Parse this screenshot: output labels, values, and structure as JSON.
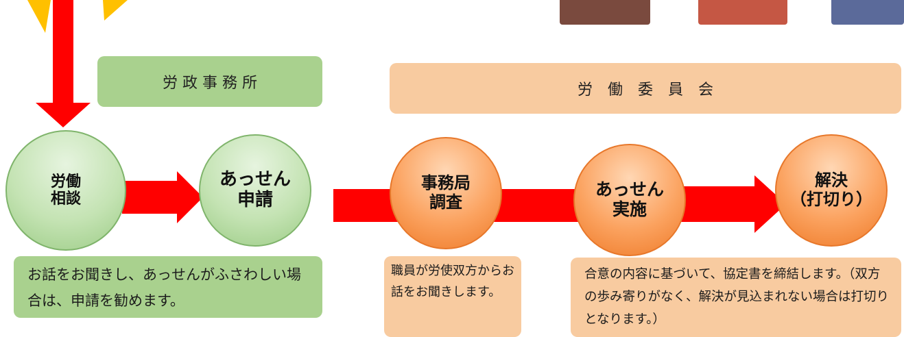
{
  "labels": {
    "rosei_office": "労 政 事 務 所",
    "labor_committee": "労　働　委　員　会"
  },
  "nodes": {
    "labor_consultation": "労働\n相談",
    "mediation_application": "あっせん\n申請",
    "secretariat_investigation": "事務局\n調査",
    "mediation_implementation": "あっせん\n実施",
    "resolution": "解決\n（打切り）"
  },
  "descriptions": {
    "consultation": "お話をお聞きし、あっせんがふさわしい場合は、申請を勧めます。",
    "investigation": "職員が労使双方からお話をお聞きします。",
    "implementation": "合意の内容に基づいて、協定書を締結します。（双方の歩み寄りがなく、解決が見込まれない場合は打切りとなります。）"
  },
  "colors": {
    "arrow": "#ff0000",
    "green_box": "#a9d18e",
    "orange_box": "#f8cba0",
    "circle_green": "#c4e3b3",
    "circle_orange": "#fba25f"
  }
}
